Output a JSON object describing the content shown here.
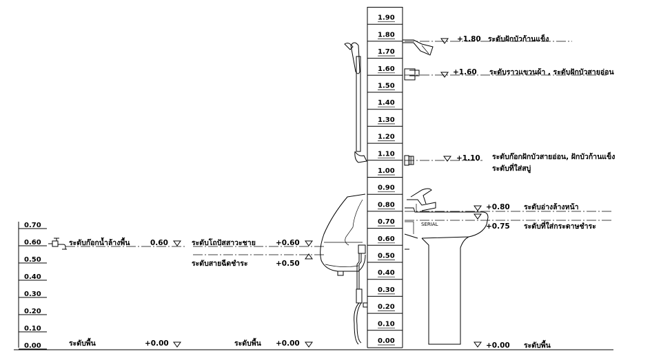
{
  "main_scale": [
    "1.90",
    "1.80",
    "1.70",
    "1.60",
    "1.50",
    "1.40",
    "1.30",
    "1.20",
    "1.10",
    "1.00",
    "0.90",
    "0.80",
    "0.70",
    "0.60",
    "0.50",
    "0.40",
    "0.30",
    "0.20",
    "0.10",
    "0.00"
  ],
  "left_scale": [
    "0.70",
    "0.60",
    "0.50",
    "0.40",
    "0.30",
    "0.20",
    "0.10",
    "0.00"
  ],
  "levels": {
    "shower_fixed_value": "+1.80",
    "shower_fixed_label": "ระดับฝักบัวก้านแข็ง",
    "towel_rail_value": "+1.60",
    "towel_rail_label": "ระดับราวแขวนผ้า , ระดับฝักบัวสายอ่อน",
    "mixer_value": "+1.10",
    "mixer_label": "ระดับก๊อกฝักบัวสายอ่อน, ฝักบัวก้านแข็ง",
    "soap_label": "ระดับที่ใส่สบู่",
    "basin_value": "+0.80",
    "basin_label": "ระดับอ่างล้างหน้า",
    "paper_value": "+0.75",
    "paper_label": "ระดับที่ใส่กระดาษชำระ",
    "urinal_value": "+0.60",
    "urinal_label": "ระดับโถปัสสาวะชาย",
    "spray_value": "+0.50",
    "spray_label": "ระดับสายฉีดชำระ",
    "floor_tap_label": "ระดับก๊อกน้ำล้างพื้น",
    "floor_tap_value": "0.60",
    "floor_label": "ระดับพื้น",
    "floor_value": "+0.00",
    "serial_text": "SERIAL"
  },
  "icons": [
    "floor-tap-icon",
    "urinal-icon",
    "shower-head-icon",
    "hand-shower-icon",
    "mixer-valve-icon",
    "wash-basin-icon",
    "basin-faucet-icon",
    "spray-hose-icon",
    "level-marker-icon"
  ]
}
